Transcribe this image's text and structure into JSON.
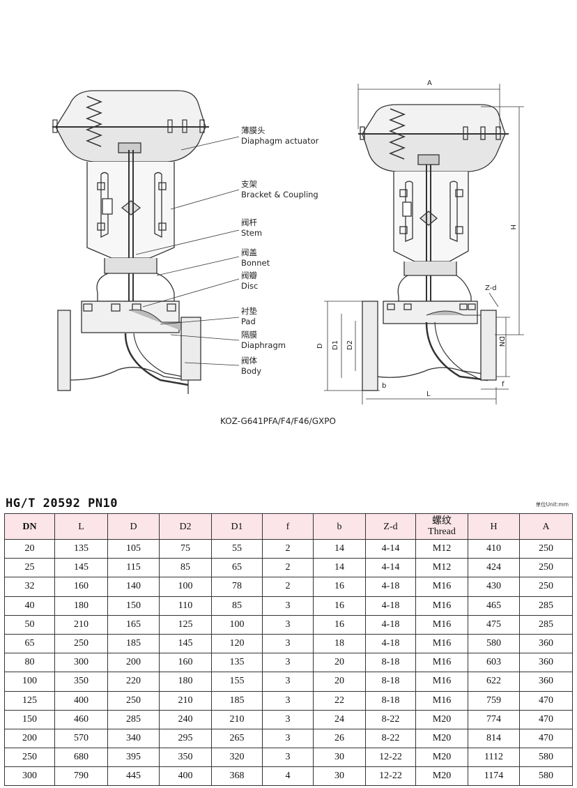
{
  "drawing": {
    "labels": [
      {
        "cn": "薄膜头",
        "en": "Diaphagm actuator"
      },
      {
        "cn": "支架",
        "en": "Bracket & Coupling"
      },
      {
        "cn": "阀杆",
        "en": "Stem"
      },
      {
        "cn": "阀盖",
        "en": "Bonnet"
      },
      {
        "cn": "阀瓣",
        "en": "Disc"
      },
      {
        "cn": "衬垫",
        "en": "Pad"
      },
      {
        "cn": "隔膜",
        "en": "Diaphragm"
      },
      {
        "cn": "阀体",
        "en": "Body"
      }
    ],
    "dims": {
      "A": "A",
      "H": "H",
      "Zd": "Z-d",
      "DN": "DN",
      "D": "D",
      "D1": "D1",
      "D2": "D2",
      "b": "b",
      "L": "L",
      "f": "f"
    },
    "caption": "KOZ-G641PFA/F4/F46/GXPO"
  },
  "table": {
    "title": "HG/T 20592 PN10",
    "unit": "单位Unit:mm",
    "headers": [
      {
        "main": "DN"
      },
      {
        "main": "L"
      },
      {
        "main": "D"
      },
      {
        "main": "D2"
      },
      {
        "main": "D1"
      },
      {
        "main": "f"
      },
      {
        "main": "b"
      },
      {
        "main": "Z-d"
      },
      {
        "main": "螺纹",
        "sub": "Thread"
      },
      {
        "main": "H"
      },
      {
        "main": "A"
      }
    ],
    "rows": [
      [
        "20",
        "135",
        "105",
        "75",
        "55",
        "2",
        "14",
        "4-14",
        "M12",
        "410",
        "250"
      ],
      [
        "25",
        "145",
        "115",
        "85",
        "65",
        "2",
        "14",
        "4-14",
        "M12",
        "424",
        "250"
      ],
      [
        "32",
        "160",
        "140",
        "100",
        "78",
        "2",
        "16",
        "4-18",
        "M16",
        "430",
        "250"
      ],
      [
        "40",
        "180",
        "150",
        "110",
        "85",
        "3",
        "16",
        "4-18",
        "M16",
        "465",
        "285"
      ],
      [
        "50",
        "210",
        "165",
        "125",
        "100",
        "3",
        "16",
        "4-18",
        "M16",
        "475",
        "285"
      ],
      [
        "65",
        "250",
        "185",
        "145",
        "120",
        "3",
        "18",
        "4-18",
        "M16",
        "580",
        "360"
      ],
      [
        "80",
        "300",
        "200",
        "160",
        "135",
        "3",
        "20",
        "8-18",
        "M16",
        "603",
        "360"
      ],
      [
        "100",
        "350",
        "220",
        "180",
        "155",
        "3",
        "20",
        "8-18",
        "M16",
        "622",
        "360"
      ],
      [
        "125",
        "400",
        "250",
        "210",
        "185",
        "3",
        "22",
        "8-18",
        "M16",
        "759",
        "470"
      ],
      [
        "150",
        "460",
        "285",
        "240",
        "210",
        "3",
        "24",
        "8-22",
        "M20",
        "774",
        "470"
      ],
      [
        "200",
        "570",
        "340",
        "295",
        "265",
        "3",
        "26",
        "8-22",
        "M20",
        "814",
        "470"
      ],
      [
        "250",
        "680",
        "395",
        "350",
        "320",
        "3",
        "30",
        "12-22",
        "M20",
        "1112",
        "580"
      ],
      [
        "300",
        "790",
        "445",
        "400",
        "368",
        "4",
        "30",
        "12-22",
        "M20",
        "1174",
        "580"
      ]
    ]
  }
}
